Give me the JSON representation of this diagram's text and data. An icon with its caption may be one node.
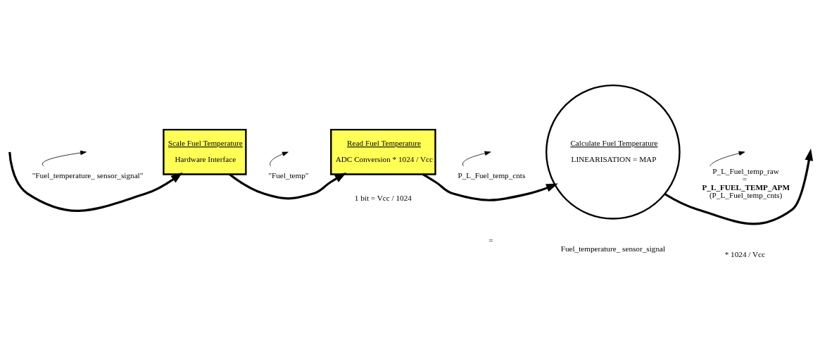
{
  "diagram": {
    "nodes": [
      {
        "text": [
          "Scale Fuel Temperature",
          "Hardware Interface"
        ]
      },
      {
        "text": [
          "Read Fuel Temperature",
          "ADC Conversion * 1024 / Vcc"
        ],
        "beside": [
          "1 bit = Vcc / 1024"
        ]
      },
      {
        "text": [
          "Calculate Fuel Temperature",
          "LINEARISATION = MAP"
        ]
      },
      {
        "text": [
          "\"Fuel_temperature_ sensor_signal\""
        ]
      },
      {
        "text": [
          "\"Fuel_temp\""
        ]
      },
      {
        "text": [
          "P_L_Fuel_temp_cnts"
        ]
      },
      {
        "text": [
          "P_L_Fuel_temp_raw",
          "=",
          "P_L_FUEL_TEMP_APM",
          "(P_L_Fuel_temp_cnts)"
        ]
      }
    ],
    "edges": [
      {
        "from": null,
        "to": 0,
        "arrow": "to",
        "style": "thick"
      },
      {
        "from": 0,
        "to": 1,
        "arrow": "to",
        "style": "thick"
      },
      {
        "from": 1,
        "to": 2,
        "arrow": "to",
        "style": "thick"
      },
      {
        "from": 2,
        "to": null,
        "arrow": "to",
        "style": "thick"
      },
      {
        "from": 3,
        "to": null,
        "arrow": "to"
      },
      {
        "from": 4,
        "to": null,
        "arrow": "to"
      },
      {
        "from": 5,
        "to": null,
        "arrow": "to"
      },
      {
        "from": 6,
        "to": null,
        "arrow": "to"
      }
    ],
    "labels": [
      "=",
      "Fuel_temperature_ sensor_signal",
      "* 1024 / Vcc"
    ]
  }
}
